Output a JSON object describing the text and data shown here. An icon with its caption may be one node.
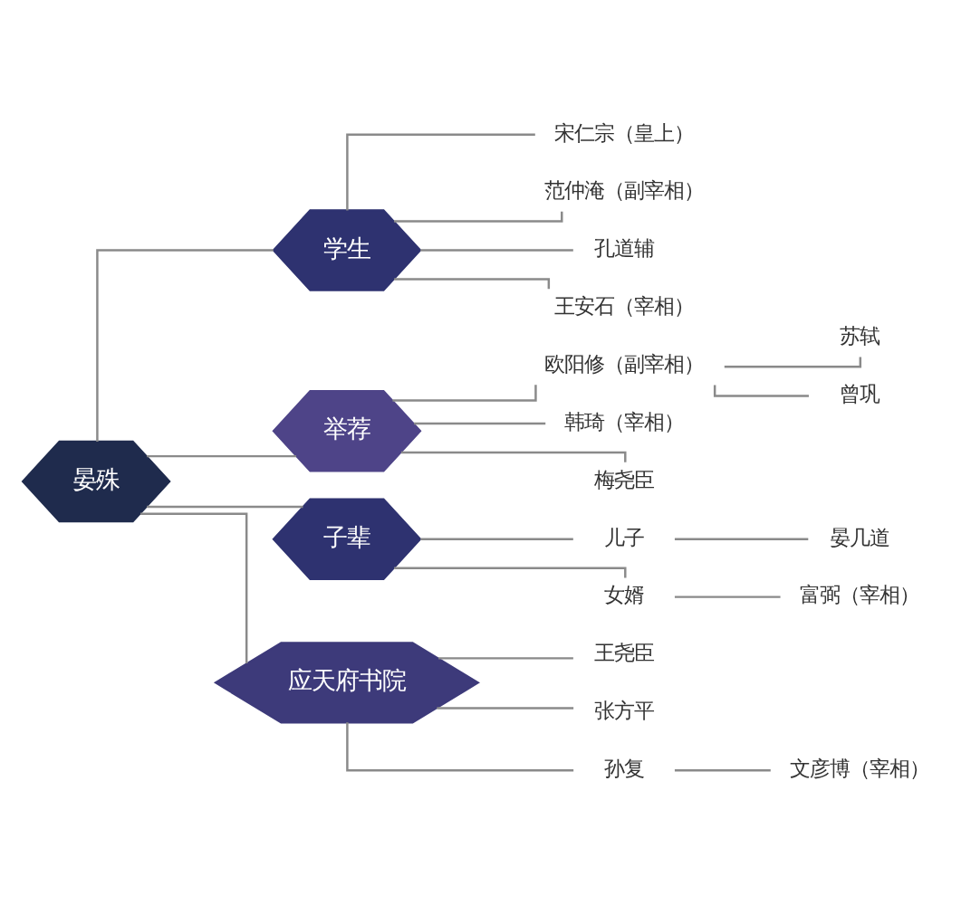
{
  "diagram": {
    "nodes": [
      {
        "text": [
          "晏殊"
        ]
      },
      {
        "text": [
          "学生"
        ]
      },
      {
        "text": [
          "宋仁宗（皇上）"
        ]
      },
      {
        "text": [
          "范仲淹（副宰相）"
        ]
      },
      {
        "text": [
          "孔道辅"
        ]
      },
      {
        "text": [
          "王安石（宰相）"
        ]
      },
      {
        "text": [
          "举荐"
        ]
      },
      {
        "text": [
          "欧阳修（副宰相）"
        ]
      },
      {
        "text": [
          "苏轼"
        ]
      },
      {
        "text": [
          "曾巩"
        ]
      },
      {
        "text": [
          "韩琦（宰相）"
        ]
      },
      {
        "text": [
          "梅尧臣"
        ]
      },
      {
        "text": [
          "子辈"
        ]
      },
      {
        "text": [
          "儿子"
        ]
      },
      {
        "text": [
          "晏几道"
        ]
      },
      {
        "text": [
          "女婿"
        ]
      },
      {
        "text": [
          "富弼（宰相）"
        ]
      },
      {
        "text": [
          "应天府书院"
        ]
      },
      {
        "text": [
          "王尧臣"
        ]
      },
      {
        "text": [
          "张方平"
        ]
      },
      {
        "text": [
          "孙复"
        ]
      },
      {
        "text": [
          "文彦博（宰相）"
        ]
      }
    ],
    "edges": [
      {
        "from": 0,
        "to": 1,
        "arrow": "none"
      },
      {
        "from": 1,
        "to": 2,
        "arrow": "none"
      },
      {
        "from": 1,
        "to": 3,
        "arrow": "none"
      },
      {
        "from": 1,
        "to": 4,
        "arrow": "none"
      },
      {
        "from": 1,
        "to": 5,
        "arrow": "none"
      },
      {
        "from": 0,
        "to": 6,
        "arrow": "none"
      },
      {
        "from": 6,
        "to": 7,
        "arrow": "none"
      },
      {
        "from": 7,
        "to": 8,
        "arrow": "none"
      },
      {
        "from": 7,
        "to": 9,
        "arrow": "none"
      },
      {
        "from": 6,
        "to": 10,
        "arrow": "none"
      },
      {
        "from": 6,
        "to": 11,
        "arrow": "none"
      },
      {
        "from": 0,
        "to": 12,
        "arrow": "none"
      },
      {
        "from": 12,
        "to": 13,
        "arrow": "none"
      },
      {
        "from": 13,
        "to": 14,
        "arrow": "none"
      },
      {
        "from": 12,
        "to": 15,
        "arrow": "none"
      },
      {
        "from": 15,
        "to": 16,
        "arrow": "none"
      },
      {
        "from": 0,
        "to": 17,
        "arrow": "none"
      },
      {
        "from": 17,
        "to": 18,
        "arrow": "none"
      },
      {
        "from": 17,
        "to": 19,
        "arrow": "none"
      },
      {
        "from": 17,
        "to": 20,
        "arrow": "none"
      },
      {
        "from": 20,
        "to": 21,
        "arrow": "none"
      }
    ]
  }
}
